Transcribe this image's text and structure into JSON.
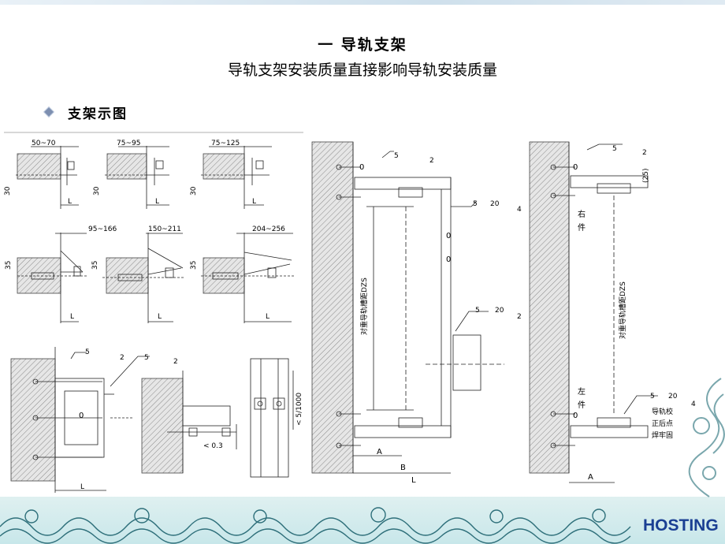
{
  "slide": {
    "title": "一  导轨支架",
    "subtitle": "导轨支架安装质量直接影响导轨安装质量",
    "bullet": "支架示图"
  },
  "drawing": {
    "small_dims": [
      "50~70",
      "75~95",
      "75~125",
      "95~166",
      "150~211",
      "204~256"
    ],
    "dim_30": "30",
    "dim_35": "35",
    "dim_L": "L",
    "dim_A": "A",
    "dim_B": "B",
    "dim_03": "< 0.3",
    "dim_1000": "< 5/1000",
    "dim_25": "(25)",
    "weld_5": "5",
    "weld_20": "20",
    "weld_2": "2",
    "weld_4": "4",
    "zero": "0",
    "rail_label": "对重导轨槽距DZS",
    "right_part": [
      "右",
      "件"
    ],
    "left_part": [
      "左",
      "件"
    ],
    "weld_note": [
      "导轨校",
      "正后点",
      "焊牢固"
    ]
  },
  "logo": "HOSTING",
  "colors": {
    "accent": "#1a3f93",
    "hatch": "#888888",
    "wave": "#2e6f7a"
  }
}
